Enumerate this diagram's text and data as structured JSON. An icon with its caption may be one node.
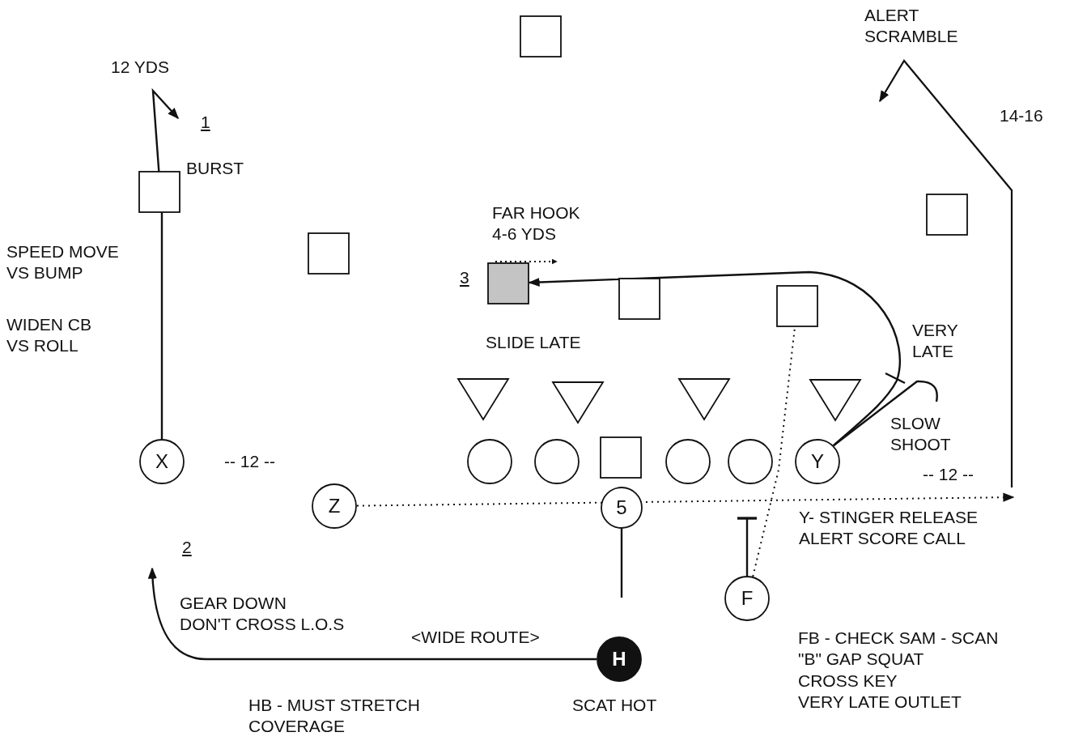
{
  "diagram": {
    "nodes": [
      {
        "text": [],
        "shape": "box"
      },
      {
        "text": [],
        "shape": "box"
      },
      {
        "text": [],
        "shape": "box"
      },
      {
        "text": [],
        "shape": "box"
      },
      {
        "text": [],
        "shape": "box"
      },
      {
        "text": [],
        "shape": "box"
      },
      {
        "text": [],
        "shape": "box"
      },
      {
        "text": [],
        "shape": "triangle"
      },
      {
        "text": [],
        "shape": "triangle"
      },
      {
        "text": [],
        "shape": "triangle"
      },
      {
        "text": [],
        "shape": "triangle"
      },
      {
        "text": [
          "X"
        ]
      },
      {
        "text": [],
        "shape": "circle"
      },
      {
        "text": [],
        "shape": "circle"
      },
      {
        "text": [],
        "shape": "box"
      },
      {
        "text": [],
        "shape": "circle"
      },
      {
        "text": [],
        "shape": "circle"
      },
      {
        "text": [
          "Y"
        ]
      },
      {
        "text": [
          "Z"
        ]
      },
      {
        "text": [
          "5"
        ]
      },
      {
        "text": [
          "F"
        ]
      },
      {
        "text": [
          "H"
        ],
        "beside": [
          "SCAT HOT"
        ]
      }
    ],
    "edges": [
      {
        "from": 11,
        "to": null,
        "arrow": "to"
      },
      {
        "from": 18,
        "to": null,
        "arrow": "to",
        "style": "dashed"
      },
      {
        "from": 17,
        "to": 4,
        "arrow": "to"
      },
      {
        "from": 17,
        "to": null,
        "arrow": "none"
      },
      {
        "from": 19,
        "to": null,
        "arrow": "none"
      },
      {
        "from": 20,
        "to": null,
        "arrow": "other"
      },
      {
        "from": 20,
        "to": 6,
        "arrow": "none",
        "style": "dashed"
      },
      {
        "from": 21,
        "to": null,
        "arrow": "to"
      }
    ],
    "labels": [
      "ALERT SCRAMBLE",
      "12 YDS",
      "14-16",
      "1",
      "BURST",
      "FAR HOOK 4-6 YDS",
      "SPEED MOVE VS BUMP",
      "3",
      "WIDEN CB VS ROLL",
      "SLIDE LATE",
      "VERY LATE",
      "SLOW SHOOT",
      "-- 12 --",
      "-- 12 --",
      "Y- STINGER RELEASE ALERT SCORE CALL",
      "2",
      "GEAR DOWN DON'T CROSS L.O.S",
      "<WIDE ROUTE>",
      "FB - CHECK SAM - SCAN \"B\" GAP SQUAT CROSS KEY VERY LATE OUTLET",
      "HB - MUST STRETCH COVERAGE"
    ]
  }
}
